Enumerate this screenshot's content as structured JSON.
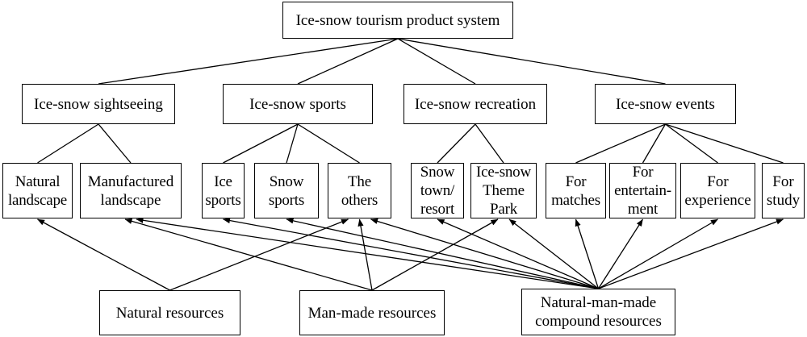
{
  "root": {
    "label": "Ice-snow tourism product system"
  },
  "categories": [
    {
      "id": "sight",
      "label": "Ice-snow sightseeing"
    },
    {
      "id": "sports",
      "label": "Ice-snow sports"
    },
    {
      "id": "recreation",
      "label": "Ice-snow recreation"
    },
    {
      "id": "events",
      "label": "Ice-snow events"
    }
  ],
  "products": {
    "natural_landscape": "Natural\nlandscape",
    "manufactured_landscape": "Manufactured\nlandscape",
    "ice_sports": "Ice\nsports",
    "snow_sports": "Snow\nsports",
    "the_others": "The\nothers",
    "snow_town": "Snow\ntown/\nresort",
    "theme_park": "Ice-snow\nTheme\nPark",
    "for_matches": "For\nmatches",
    "for_entertainment": "For\nentertain-\nment",
    "for_experience": "For\nexperience",
    "for_study": "For\nstudy"
  },
  "resources": {
    "natural": "Natural resources",
    "manmade": "Man-made resources",
    "compound": "Natural-man-made\ncompound resources"
  },
  "tree_edges": [
    [
      "n-root",
      "n-sight"
    ],
    [
      "n-root",
      "n-sports"
    ],
    [
      "n-root",
      "n-recreation"
    ],
    [
      "n-root",
      "n-events"
    ],
    [
      "n-sight",
      "n-natural-landscape"
    ],
    [
      "n-sight",
      "n-manufactured-landscape"
    ],
    [
      "n-sports",
      "n-ice-sports"
    ],
    [
      "n-sports",
      "n-snow-sports"
    ],
    [
      "n-sports",
      "n-the-others"
    ],
    [
      "n-recreation",
      "n-snow-town"
    ],
    [
      "n-recreation",
      "n-theme-park"
    ],
    [
      "n-events",
      "n-matches"
    ],
    [
      "n-events",
      "n-entertainment"
    ],
    [
      "n-events",
      "n-experience"
    ],
    [
      "n-events",
      "n-study"
    ]
  ],
  "resource_arrows": [
    [
      "n-natural-res",
      "n-natural-landscape"
    ],
    [
      "n-natural-res",
      "n-the-others"
    ],
    [
      "n-manmade-res",
      "n-manufactured-landscape"
    ],
    [
      "n-manmade-res",
      "n-the-others"
    ],
    [
      "n-manmade-res",
      "n-theme-park"
    ],
    [
      "n-compound-res",
      "n-manufactured-landscape"
    ],
    [
      "n-compound-res",
      "n-ice-sports"
    ],
    [
      "n-compound-res",
      "n-snow-sports"
    ],
    [
      "n-compound-res",
      "n-the-others"
    ],
    [
      "n-compound-res",
      "n-snow-town"
    ],
    [
      "n-compound-res",
      "n-theme-park"
    ],
    [
      "n-compound-res",
      "n-matches"
    ],
    [
      "n-compound-res",
      "n-entertainment"
    ],
    [
      "n-compound-res",
      "n-experience"
    ],
    [
      "n-compound-res",
      "n-study"
    ]
  ]
}
